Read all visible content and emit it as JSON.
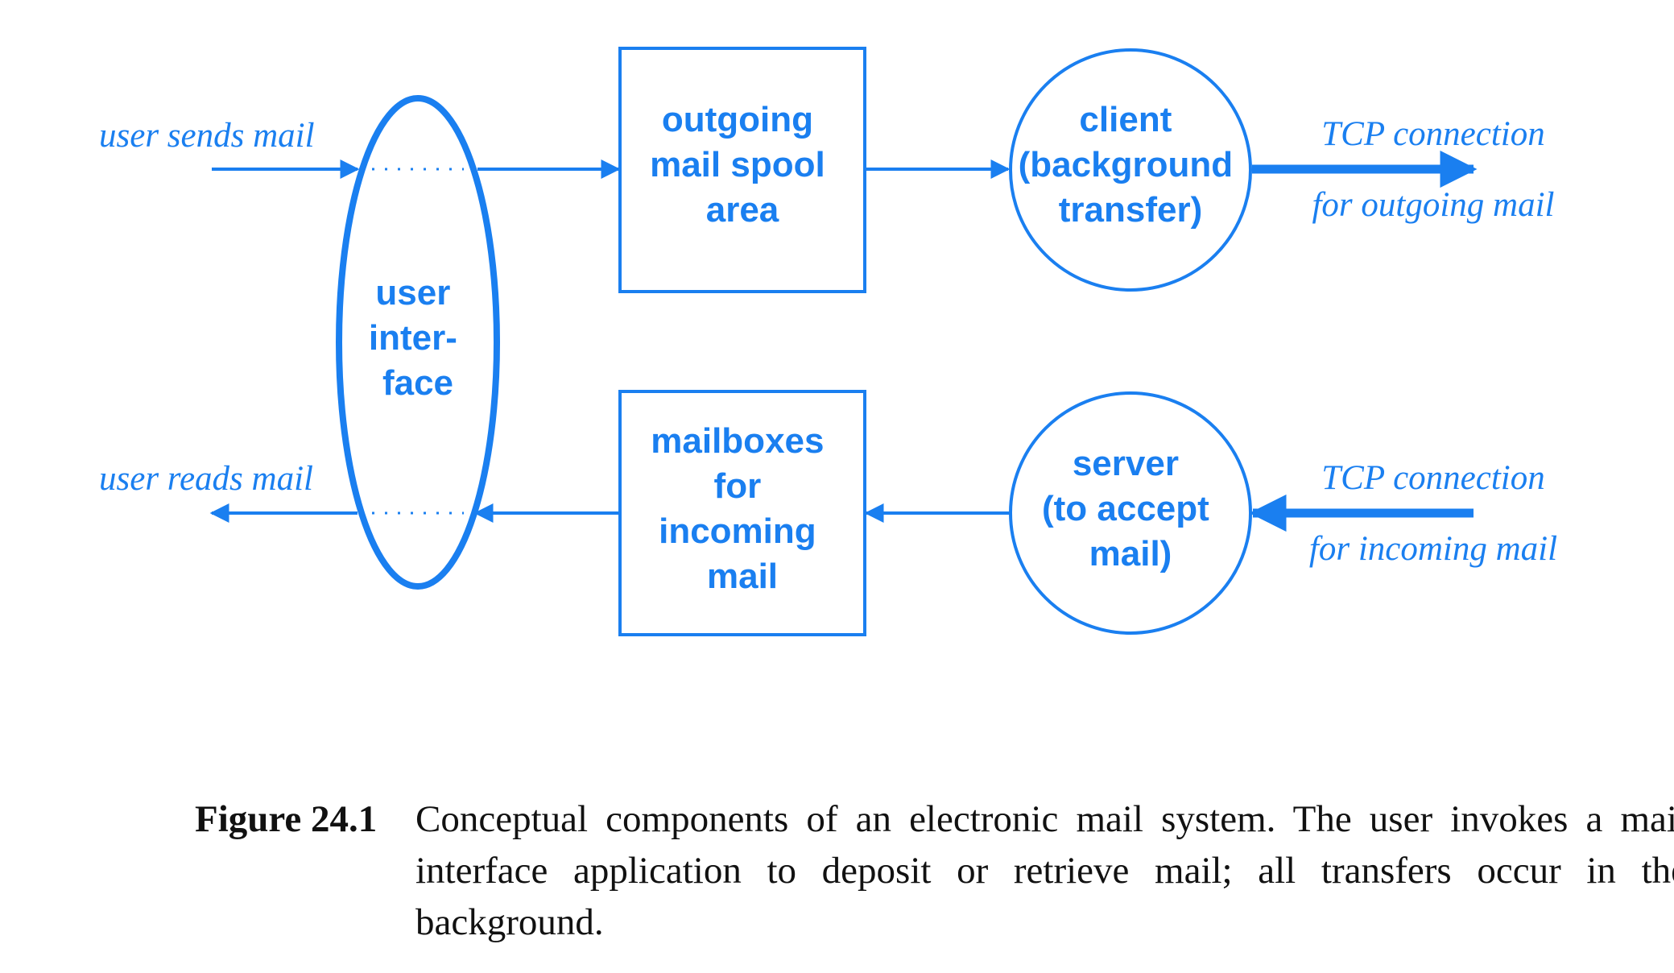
{
  "diagram": {
    "user_interface": [
      "user",
      "inter-",
      "face"
    ],
    "outgoing_spool": [
      "outgoing",
      "mail spool",
      "area"
    ],
    "mailboxes": [
      "mailboxes",
      "for",
      "incoming",
      "mail"
    ],
    "client": [
      "client",
      "(background",
      "transfer)"
    ],
    "server": [
      "server",
      "(to accept",
      "mail)"
    ],
    "user_sends": "user sends mail",
    "user_reads": "user reads mail",
    "tcp_out": [
      "TCP connection",
      "for outgoing mail"
    ],
    "tcp_in": [
      "TCP connection",
      "for incoming mail"
    ],
    "color": "#1a7ff0"
  },
  "caption": {
    "label": "Figure 24.1",
    "text": "Conceptual components of an electronic mail system. The user invokes a mail interface application to deposit or retrieve mail; all transfers occur in the background."
  }
}
